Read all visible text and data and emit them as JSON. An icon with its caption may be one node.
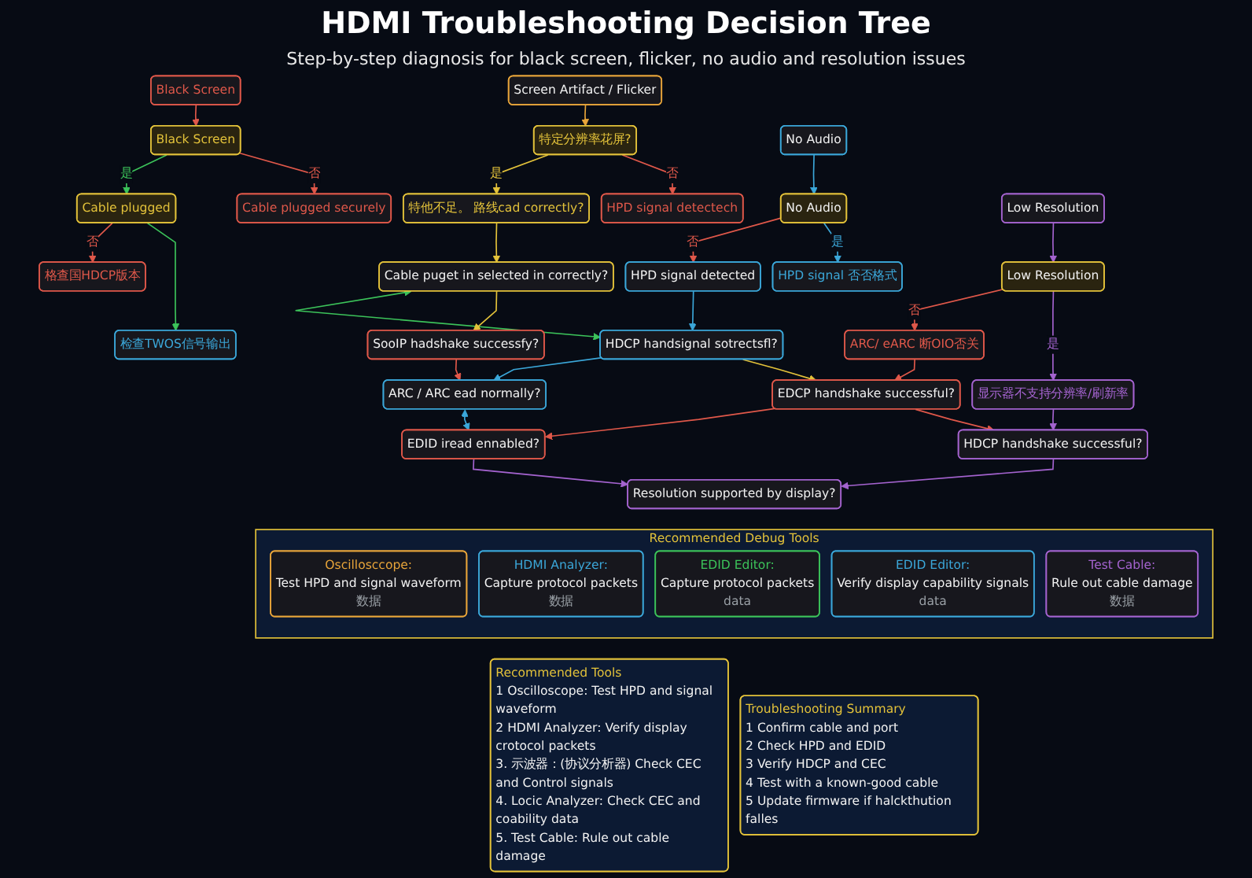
{
  "diagram": {
    "title": "HDMI Troubleshooting Decision Tree",
    "nodes": [
      {
        "text": [
          "Black Screen"
        ]
      },
      {
        "text": [
          "Screen Artifact / Flicker"
        ]
      },
      {
        "text": [
          "No Audio"
        ]
      },
      {
        "text": [
          "Low Resolution"
        ]
      },
      {
        "text": [
          "Black Screen"
        ]
      },
      {
        "text": [
          "特定分辨率花屏?"
        ]
      },
      {
        "text": [
          "No Audio"
        ]
      },
      {
        "text": [
          "Low Resolution"
        ]
      },
      {
        "text": [
          "Cable plugged"
        ]
      },
      {
        "text": [
          "Cable plugged securely"
        ]
      },
      {
        "text": [
          "特他不足。 路线cad correctly?"
        ]
      },
      {
        "text": [
          "HPD signal detectech"
        ]
      },
      {
        "text": [
          "HPD signal detected"
        ]
      },
      {
        "text": [
          "HPD signal 否否格式"
        ]
      },
      {
        "text": [
          "ARC/ eARC 断OIO否关"
        ]
      },
      {
        "text": [
          "显示器不支持分辨率/刷新率"
        ]
      },
      {
        "text": [
          "格查国HDCP版本"
        ]
      },
      {
        "text": [
          "Cable puget in selected in correctly?"
        ]
      },
      {
        "text": [
          "HDCP handsignal sotrectsfl?"
        ]
      },
      {
        "text": [
          "EDCP handshake successful?"
        ]
      },
      {
        "text": [
          "HDCP handshake successful?"
        ]
      },
      {
        "text": [
          "检查TWOS信号输出"
        ]
      },
      {
        "text": [
          "SooIP hadshake successfy?"
        ]
      },
      {
        "text": [
          "ARC / ARC ead normally?"
        ]
      },
      {
        "text": [
          "EDID iread ennabled?"
        ]
      },
      {
        "text": [
          "Resolution supported by display?"
        ]
      },
      {
        "text": [
          "Recommended Debug Tools"
        ]
      },
      {
        "text": [
          "Oscillosccope:",
          "Test HPD and signal waveform",
          "数据"
        ],
        "in": 26
      },
      {
        "text": [
          "HDMI Analyzer:",
          "Capture protocol packets",
          "数据"
        ],
        "in": 26
      },
      {
        "text": [
          "EDID Editor:",
          "Capture protocol packets",
          "data"
        ],
        "in": 26
      },
      {
        "text": [
          "EDID Editor:",
          "Verify display capability signals",
          "data"
        ],
        "in": 26
      },
      {
        "text": [
          "Test Cable:",
          "Rule out cable damage",
          "数据"
        ],
        "in": 26
      },
      {
        "text": [
          "Recommended Tools",
          "1 Oscilloscope: Test HPD and signal waveform",
          "2 HDMI Analyzer: Verify display crotocol packets",
          "3. 示波器：(协议分析器) Check CEC and Control signals",
          "4. Locic Analyzer: Check CEC and coability data",
          "5. Test Cable: Rule out cable damage"
        ]
      },
      {
        "text": [
          "Troubleshooting Summary",
          "1 Confirm cable and port",
          "2 Check HPD and EDID",
          "3 Verify HDCP and CEC",
          "4 Test with a known-good cable",
          "5 Update firmware if halckthution falles"
        ]
      }
    ],
    "edges": [
      {
        "from": 0,
        "to": 4,
        "arrow": "to",
        "color": "#e0584a"
      },
      {
        "from": 1,
        "to": 5,
        "arrow": "to",
        "color": "#e8a53a"
      },
      {
        "from": 2,
        "to": 6,
        "arrow": "to",
        "color": "#3ba7d9"
      },
      {
        "from": 3,
        "to": 7,
        "arrow": "to",
        "color": "#a463cf"
      },
      {
        "from": 4,
        "to": 8,
        "arrow": "to",
        "label": "是",
        "color": "#3cc35a"
      },
      {
        "from": 4,
        "to": 9,
        "arrow": "to",
        "label": "否",
        "color": "#e0584a"
      },
      {
        "from": 5,
        "to": 10,
        "arrow": "to",
        "label": "是",
        "color": "#e3c23a"
      },
      {
        "from": 5,
        "to": 11,
        "arrow": "to",
        "label": "否",
        "color": "#e0584a"
      },
      {
        "from": 6,
        "to": 12,
        "arrow": "to",
        "label": "否",
        "color": "#e0584a"
      },
      {
        "from": 6,
        "to": 13,
        "arrow": "to",
        "label": "是",
        "color": "#3ba7d9"
      },
      {
        "from": 7,
        "to": 14,
        "arrow": "to",
        "label": "否",
        "color": "#e0584a"
      },
      {
        "from": 7,
        "to": 15,
        "arrow": "to",
        "label": "是",
        "color": "#a463cf"
      },
      {
        "from": 8,
        "to": 16,
        "arrow": "to",
        "label": "否",
        "color": "#e0584a"
      },
      {
        "from": 8,
        "to": 21,
        "arrow": "to",
        "color": "#3cc35a"
      },
      {
        "from": 10,
        "to": 17,
        "arrow": "to",
        "color": "#e3c23a"
      },
      {
        "from": 17,
        "to": 18,
        "arrow": "both",
        "color": "#3cc35a"
      },
      {
        "from": 17,
        "to": 22,
        "arrow": "to",
        "color": "#e3c23a"
      },
      {
        "from": 22,
        "to": 23,
        "arrow": "to",
        "color": "#e0584a"
      },
      {
        "from": 12,
        "to": 18,
        "arrow": "to",
        "color": "#3ba7d9"
      },
      {
        "from": 18,
        "to": 23,
        "arrow": "to",
        "color": "#3ba7d9"
      },
      {
        "from": 18,
        "to": 19,
        "arrow": "to",
        "color": "#e3c23a"
      },
      {
        "from": 23,
        "to": 24,
        "arrow": "both",
        "color": "#3ba7d9"
      },
      {
        "from": 14,
        "to": 19,
        "arrow": "to",
        "color": "#e0584a"
      },
      {
        "from": 19,
        "to": 24,
        "arrow": "to",
        "color": "#e0584a"
      },
      {
        "from": 19,
        "to": 20,
        "arrow": "to",
        "color": "#e0584a"
      },
      {
        "from": 15,
        "to": 20,
        "arrow": "to",
        "color": "#a463cf"
      },
      {
        "from": 20,
        "to": 25,
        "arrow": "to",
        "color": "#a463cf"
      },
      {
        "from": 24,
        "to": 25,
        "arrow": "to",
        "color": "#a463cf"
      }
    ],
    "labels": [
      "Step-by-step diagnosis for black screen, flicker, no audio and resolution issues"
    ]
  }
}
